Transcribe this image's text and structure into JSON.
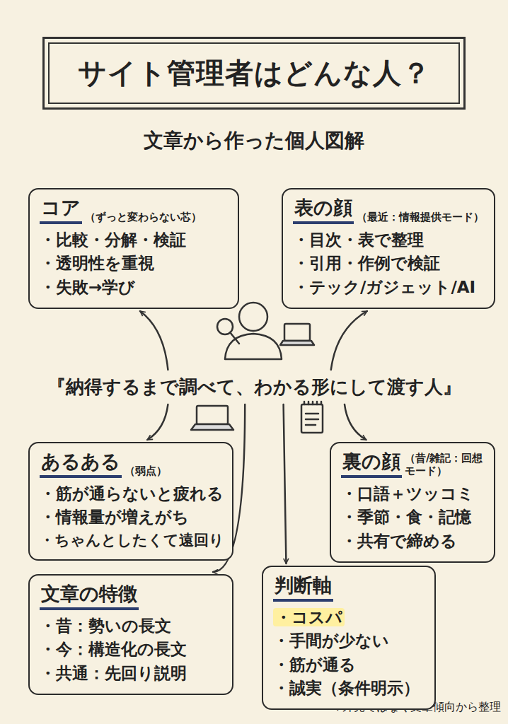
{
  "diagram": {
    "title": "サイト管理者はどんな人？",
    "nodes": [
      {
        "text": [
          "コア",
          "（ずっと変わらない芯）",
          "・比較・分解・検証",
          "・透明性を重視",
          "・失敗→学び"
        ]
      },
      {
        "text": [
          "表の顔",
          "（最近：情報提供モード）",
          "・目次・表で整理",
          "・引用・作例で検証",
          "・テック/ガジェット/AI"
        ]
      },
      {
        "text": [
          "『納得するまで調べて、わかる形にして渡す人』"
        ]
      },
      {
        "text": [
          "あるある",
          "（弱点）",
          "・筋が通らないと疲れる",
          "・情報量が増えがち",
          "・ちゃんとしたくて遠回り"
        ]
      },
      {
        "text": [
          "裏の顔",
          "（昔/雑記：回想モード）",
          "・口語＋ツッコミ",
          "・季節・食・記憶",
          "・共有で締める"
        ]
      },
      {
        "text": [
          "文章の特徴",
          "・昔：勢いの長文",
          "・今：構造化の長文",
          "・共通：先回り説明"
        ]
      },
      {
        "text": [
          "判断軸",
          "・コスパ",
          "・手間が少ない",
          "・筋が通る",
          "・誠実（条件明示）"
        ]
      }
    ],
    "edges": [
      {
        "from": 2,
        "to": 0,
        "arrow": "to"
      },
      {
        "from": 2,
        "to": 1,
        "arrow": "to"
      },
      {
        "from": 2,
        "to": 3,
        "arrow": "to"
      },
      {
        "from": 2,
        "to": 4,
        "arrow": "to"
      },
      {
        "from": 2,
        "to": 5,
        "arrow": "to"
      },
      {
        "from": 2,
        "to": 6,
        "arrow": "to"
      }
    ],
    "labels": [
      "文章から作った個人図解",
      "※外見ではなく文章傾向から整理"
    ]
  }
}
